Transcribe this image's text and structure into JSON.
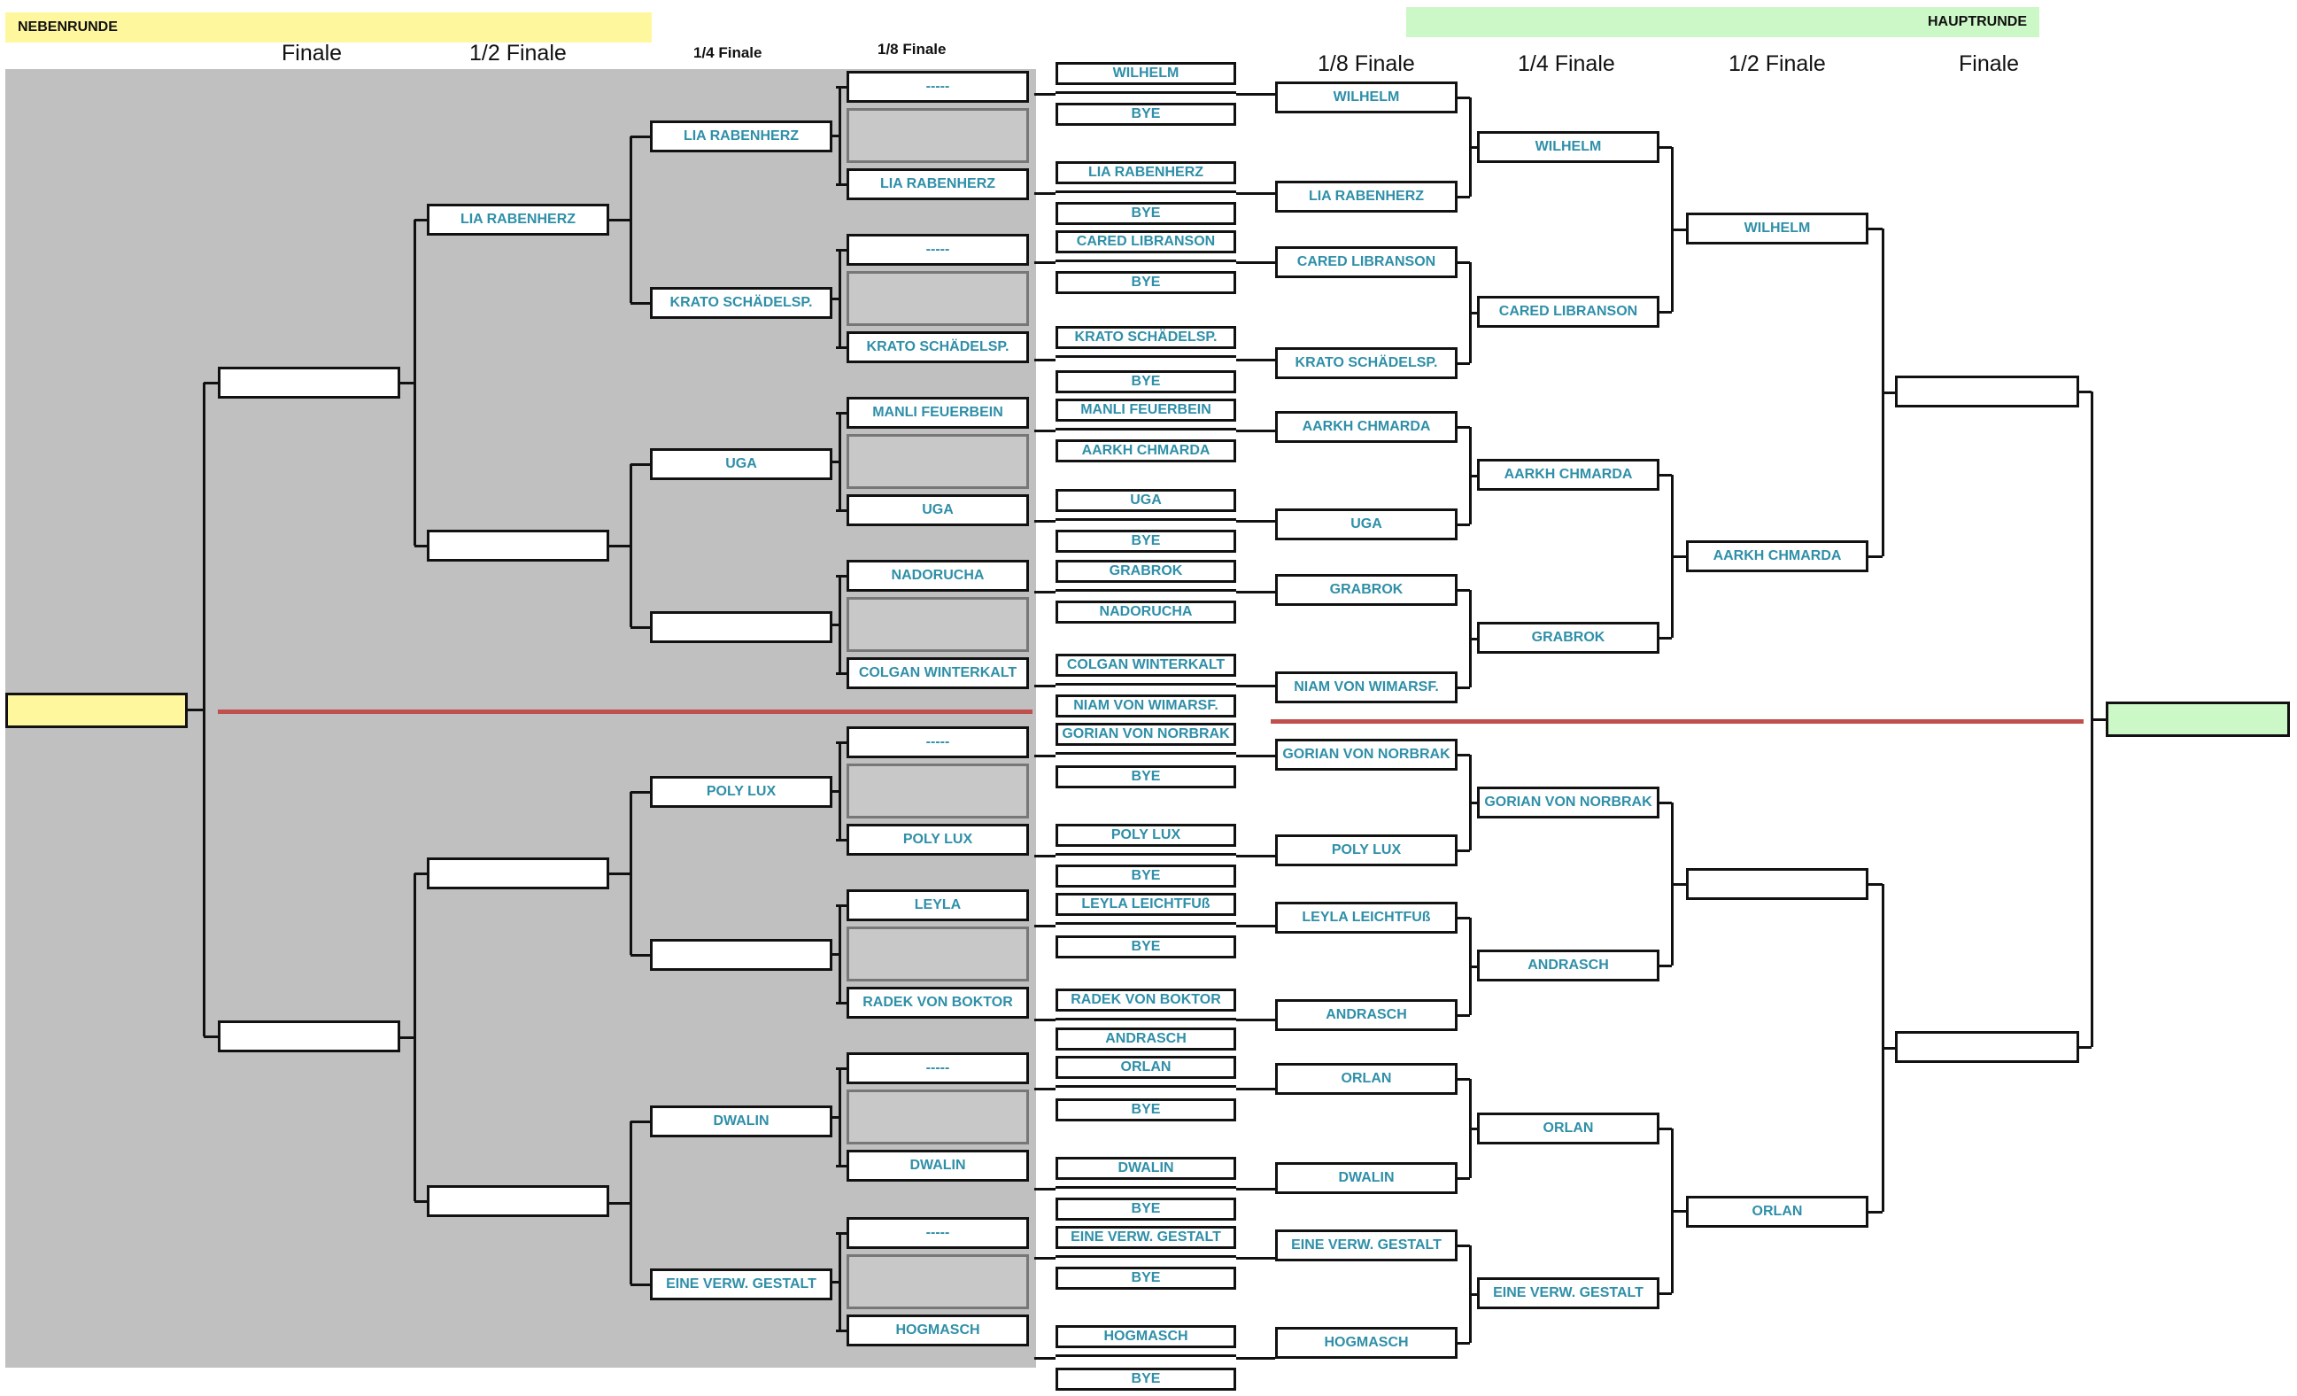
{
  "banners": {
    "neben": "NEBENRUNDE",
    "haupt": "HAUPTRUNDE",
    "neben_color": "#fff79e",
    "haupt_color": "#ccf7c6"
  },
  "headers": {
    "neben": [
      "Finale",
      "1/2 Finale",
      "1/4 Finale",
      "1/8 Finale"
    ],
    "haupt": [
      "1/8 Finale",
      "1/4 Finale",
      "1/2 Finale",
      "Finale"
    ]
  },
  "colors": {
    "name_text": "#2f8fa8",
    "divider": "#c0504d",
    "neben_background": "#c0c0c0"
  },
  "first_round_pairs": [
    [
      "WILHELM",
      "BYE"
    ],
    [
      "LIA RABENHERZ",
      "BYE"
    ],
    [
      "CARED LIBRANSON",
      "BYE"
    ],
    [
      "KRATO SCHÄDELSP.",
      "BYE"
    ],
    [
      "MANLI FEUERBEIN",
      "AARKH CHMARDA"
    ],
    [
      "UGA",
      "BYE"
    ],
    [
      "GRABROK",
      "NADORUCHA"
    ],
    [
      "COLGAN WINTERKALT",
      "NIAM VON WIMARSF."
    ],
    [
      "GORIAN VON NORBRAK",
      "BYE"
    ],
    [
      "POLY LUX",
      "BYE"
    ],
    [
      "LEYLA LEICHTFUß",
      "BYE"
    ],
    [
      "RADEK VON BOKTOR",
      "ANDRASCH"
    ],
    [
      "ORLAN",
      "BYE"
    ],
    [
      "DWALIN",
      "BYE"
    ],
    [
      "EINE VERW. GESTALT",
      "BYE"
    ],
    [
      "HOGMASCH",
      "BYE"
    ]
  ],
  "haupt_r16": [
    "WILHELM",
    "LIA RABENHERZ",
    "CARED LIBRANSON",
    "KRATO SCHÄDELSP.",
    "AARKH CHMARDA",
    "UGA",
    "GRABROK",
    "NIAM VON WIMARSF.",
    "GORIAN VON NORBRAK",
    "POLY LUX",
    "LEYLA LEICHTFUß",
    "ANDRASCH",
    "ORLAN",
    "DWALIN",
    "EINE VERW. GESTALT",
    "HOGMASCH"
  ],
  "haupt_qf": [
    "WILHELM",
    "CARED LIBRANSON",
    "AARKH CHMARDA",
    "GRABROK",
    "GORIAN VON NORBRAK",
    "ANDRASCH",
    "ORLAN",
    "EINE VERW. GESTALT"
  ],
  "haupt_sf": [
    "WILHELM",
    "AARKH CHMARDA",
    "",
    "ORLAN"
  ],
  "haupt_final": [
    "",
    ""
  ],
  "haupt_winner": "",
  "neben_r16": [
    [
      "-----",
      "LIA RABENHERZ"
    ],
    [
      "-----",
      "KRATO SCHÄDELSP."
    ],
    [
      "MANLI FEUERBEIN",
      "UGA"
    ],
    [
      "NADORUCHA",
      "COLGAN WINTERKALT"
    ],
    [
      "-----",
      "POLY LUX"
    ],
    [
      "LEYLA",
      "RADEK VON BOKTOR"
    ],
    [
      "-----",
      "DWALIN"
    ],
    [
      "-----",
      "HOGMASCH"
    ]
  ],
  "neben_qf": [
    "LIA RABENHERZ",
    "KRATO SCHÄDELSP.",
    "UGA",
    "",
    "POLY LUX",
    "",
    "DWALIN",
    "EINE VERW. GESTALT"
  ],
  "neben_sf": [
    "LIA RABENHERZ",
    "",
    "",
    ""
  ],
  "neben_final": [
    "",
    ""
  ],
  "neben_winner": ""
}
